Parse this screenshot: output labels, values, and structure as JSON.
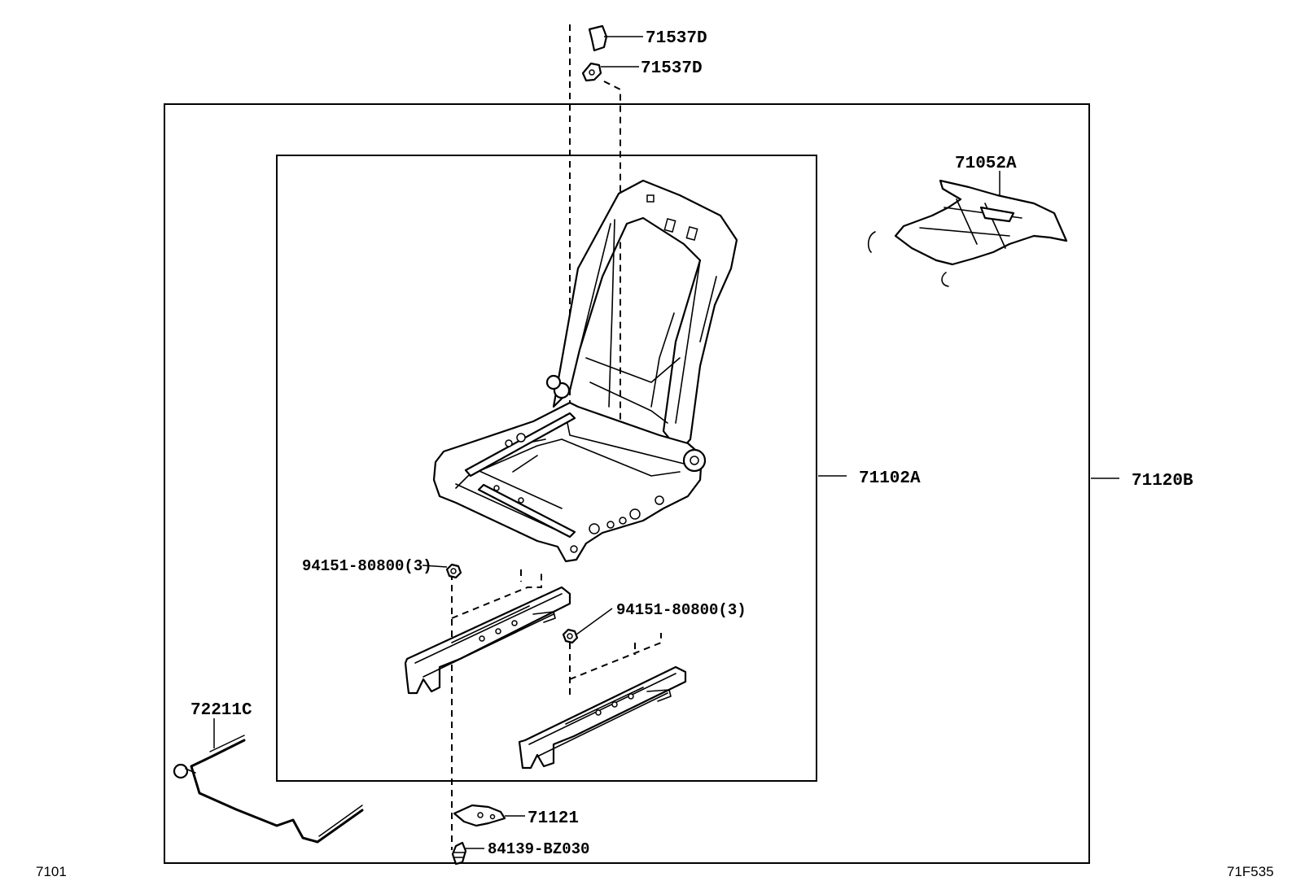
{
  "callouts": {
    "p71537d_top": "71537D",
    "p71537d_bottom": "71537D",
    "p71052a": "71052A",
    "p71102a": "71102A",
    "p71120b": "71120B",
    "p94151_left": "94151-80800(3)",
    "p94151_right": "94151-80800(3)",
    "p72211c": "72211C",
    "p71121": "71121",
    "p84139": "84139-BZ030"
  },
  "corner_codes": {
    "left": "7101",
    "right": "71F535"
  }
}
